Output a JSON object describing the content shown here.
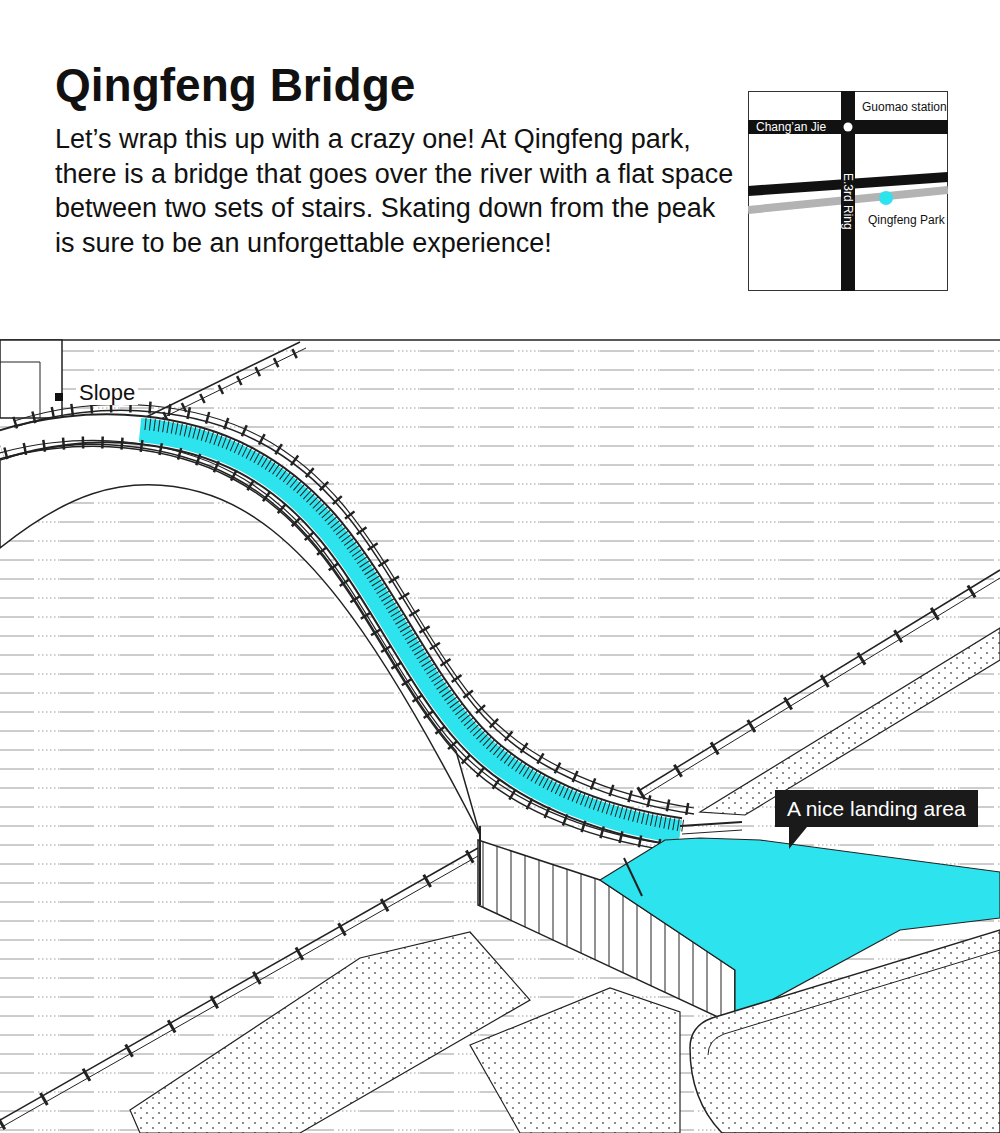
{
  "diagram": {
    "title": "Qingfeng Bridge",
    "nodes": [
      {
        "text": [
          "Guomao station",
          "Chang’an Jie",
          "E.3rd Ring",
          "Qingfeng Park"
        ]
      },
      {
        "text": [
          "A nice landing area"
        ]
      }
    ],
    "labels": [
      "Let’s wrap this up with a crazy one! At Qingfeng park, there is a bridge that goes over the river with a flat space between two sets of stairs. Skating down from the peak is sure to be an unforgettable experience!",
      "Slope"
    ]
  }
}
